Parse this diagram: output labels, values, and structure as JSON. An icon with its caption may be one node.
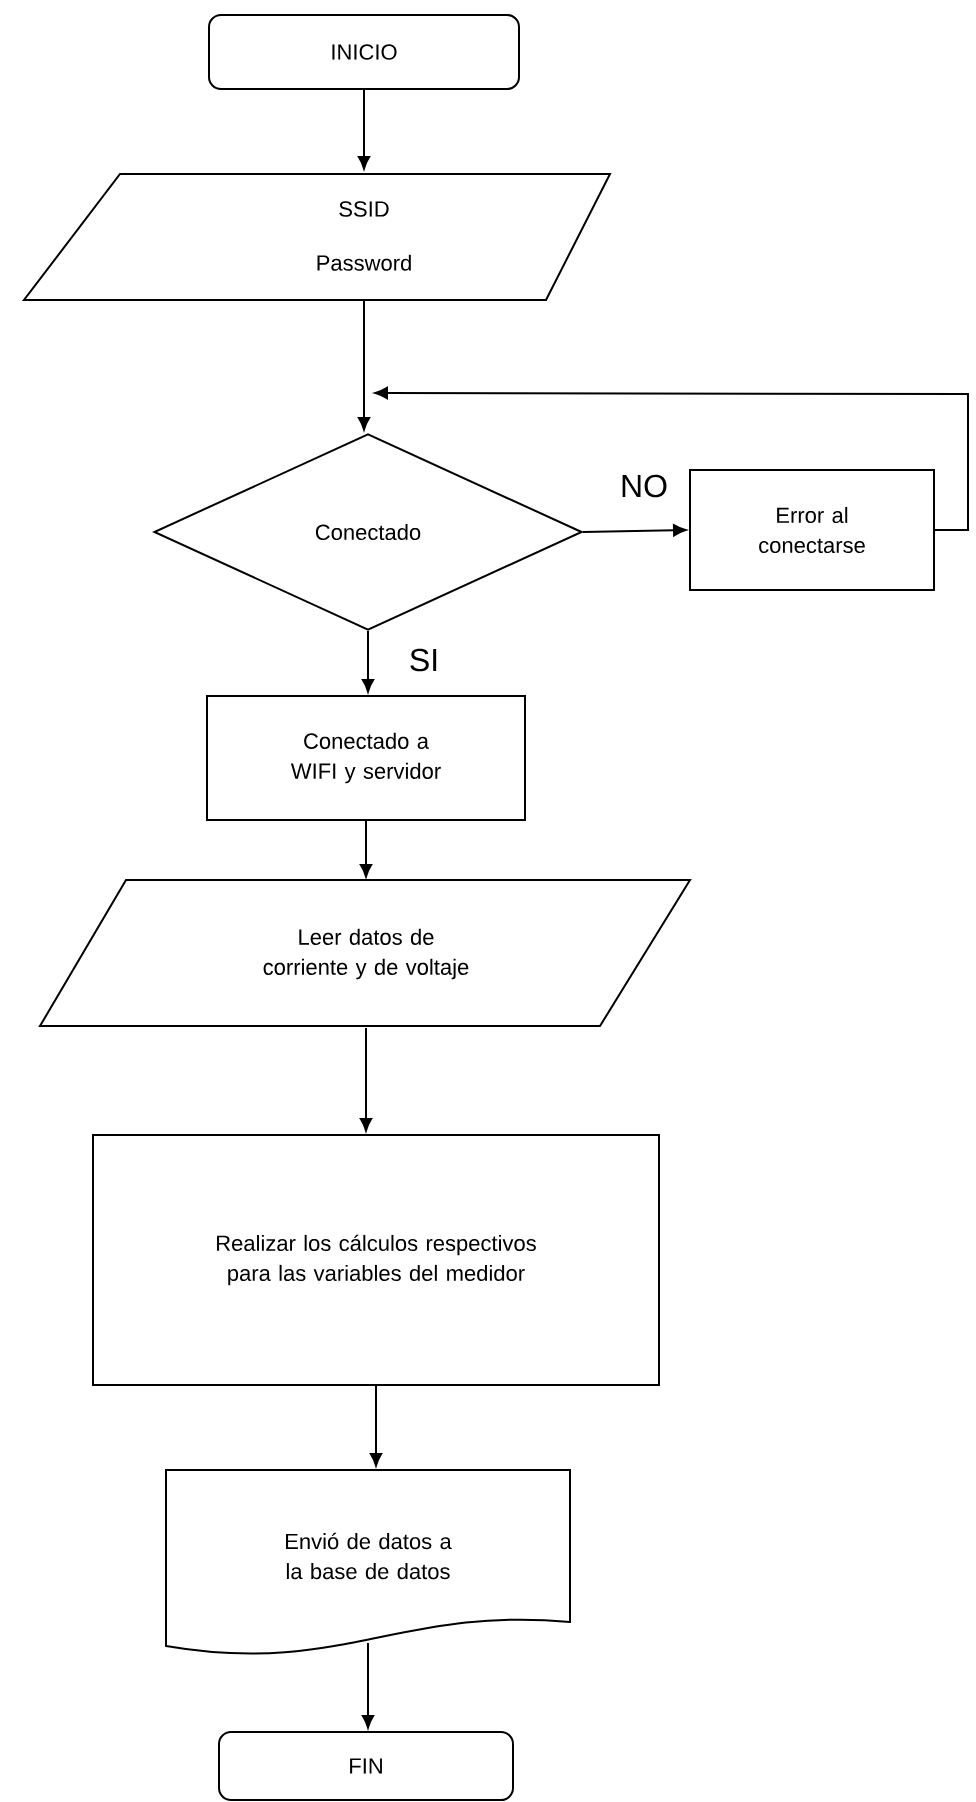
{
  "diagram": {
    "nodes": [
      {
        "text": [
          "INICIO"
        ]
      },
      {
        "text": [
          "SSID",
          "Password"
        ]
      },
      {
        "text": [
          "Conectado"
        ]
      },
      {
        "text": [
          "Error al conectarse"
        ]
      },
      {
        "text": [
          "Conectado a WIFI y servidor"
        ]
      },
      {
        "text": [
          "Leer datos de corriente y de voltaje"
        ]
      },
      {
        "text": [
          "Realizar los cálculos respectivos para las variables del medidor"
        ]
      },
      {
        "text": [
          "Envió de datos a la base de datos"
        ]
      },
      {
        "text": [
          "FIN"
        ]
      }
    ],
    "edges": [
      {
        "from": 0,
        "to": 1,
        "arrow": "to"
      },
      {
        "from": 1,
        "to": 2,
        "arrow": "to"
      },
      {
        "from": 2,
        "to": 3,
        "arrow": "to",
        "label": "NO"
      },
      {
        "from": 3,
        "to": 2,
        "arrow": "to"
      },
      {
        "from": 2,
        "to": 4,
        "arrow": "to",
        "label": "SI"
      },
      {
        "from": 4,
        "to": 5,
        "arrow": "to"
      },
      {
        "from": 5,
        "to": 6,
        "arrow": "to"
      },
      {
        "from": 6,
        "to": 7,
        "arrow": "to"
      },
      {
        "from": 7,
        "to": 8,
        "arrow": "to"
      }
    ]
  }
}
